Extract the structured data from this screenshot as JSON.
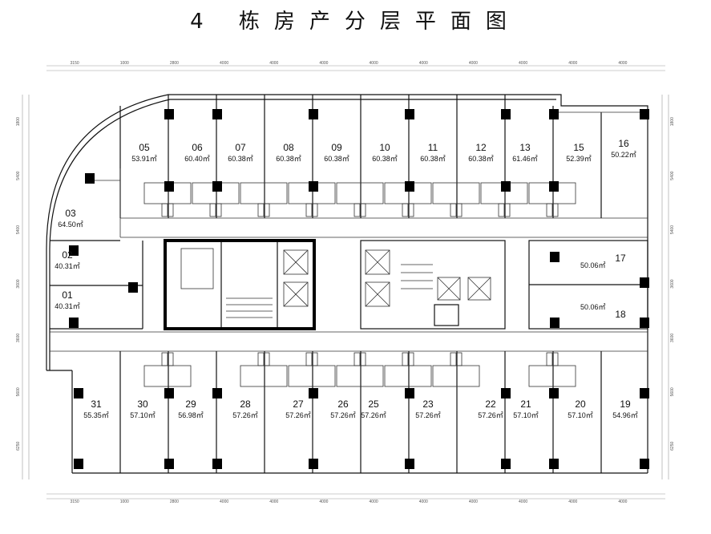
{
  "title": "4 栋房产分层平面图",
  "units": [
    {
      "num": "05",
      "area": "53.91㎡"
    },
    {
      "num": "06",
      "area": "60.40㎡"
    },
    {
      "num": "07",
      "area": "60.38㎡"
    },
    {
      "num": "08",
      "area": "60.38㎡"
    },
    {
      "num": "09",
      "area": "60.38㎡"
    },
    {
      "num": "10",
      "area": "60.38㎡"
    },
    {
      "num": "11",
      "area": "60.38㎡"
    },
    {
      "num": "12",
      "area": "60.38㎡"
    },
    {
      "num": "13",
      "area": "61.46㎡"
    },
    {
      "num": "15",
      "area": "52.39㎡"
    },
    {
      "num": "16",
      "area": "50.22㎡"
    },
    {
      "num": "03",
      "area": "64.50㎡"
    },
    {
      "num": "02",
      "area": "40.31㎡"
    },
    {
      "num": "01",
      "area": "40.31㎡"
    },
    {
      "num": "17",
      "area": "50.06㎡"
    },
    {
      "num": "18",
      "area": "50.06㎡"
    },
    {
      "num": "31",
      "area": "55.35㎡"
    },
    {
      "num": "30",
      "area": "57.10㎡"
    },
    {
      "num": "29",
      "area": "56.98㎡"
    },
    {
      "num": "28",
      "area": "57.26㎡"
    },
    {
      "num": "27",
      "area": "57.26㎡"
    },
    {
      "num": "26",
      "area": "57.26㎡"
    },
    {
      "num": "25",
      "area": "57.26㎡"
    },
    {
      "num": "23",
      "area": "57.26㎡"
    },
    {
      "num": "22",
      "area": "57.26㎡"
    },
    {
      "num": "21",
      "area": "57.10㎡"
    },
    {
      "num": "20",
      "area": "57.10㎡"
    },
    {
      "num": "19",
      "area": "54.96㎡"
    }
  ],
  "dimensions": {
    "top": [
      "3150",
      "1000",
      "2800",
      "4000",
      "4000",
      "4000",
      "4000",
      "4000",
      "4000",
      "4000",
      "4000",
      "4000"
    ],
    "bottom": [
      "3150",
      "1000",
      "2800",
      "4000",
      "4000",
      "4000",
      "4000",
      "4000",
      "4000",
      "4000",
      "4000",
      "4000"
    ],
    "left": [
      "1800",
      "5400",
      "5400",
      "3600",
      "3600",
      "5600",
      "6250"
    ],
    "right": [
      "1800",
      "5400",
      "5400",
      "3600",
      "3600",
      "5600",
      "6250"
    ]
  }
}
